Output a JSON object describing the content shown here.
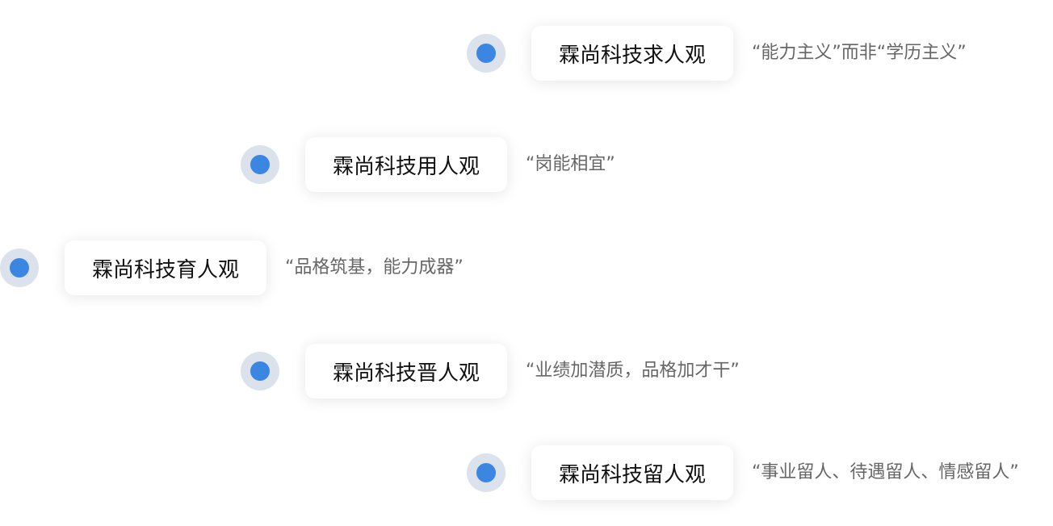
{
  "colors": {
    "dot_inner": "#3a86e0",
    "dot_halo": "#dbe2ec",
    "title_text": "#111111",
    "quote_text": "#666666"
  },
  "items": [
    {
      "title": "霖尚科技求人观",
      "quote": "“能力主义”而非“学历主义”"
    },
    {
      "title": "霖尚科技用人观",
      "quote": "“岗能相宜”"
    },
    {
      "title": "霖尚科技育人观",
      "quote": "“品格筑基，能力成器”"
    },
    {
      "title": "霖尚科技晋人观",
      "quote": "“业绩加潜质，品格加才干”"
    },
    {
      "title": "霖尚科技留人观",
      "quote": "“事业留人、待遇留人、情感留人”"
    }
  ]
}
